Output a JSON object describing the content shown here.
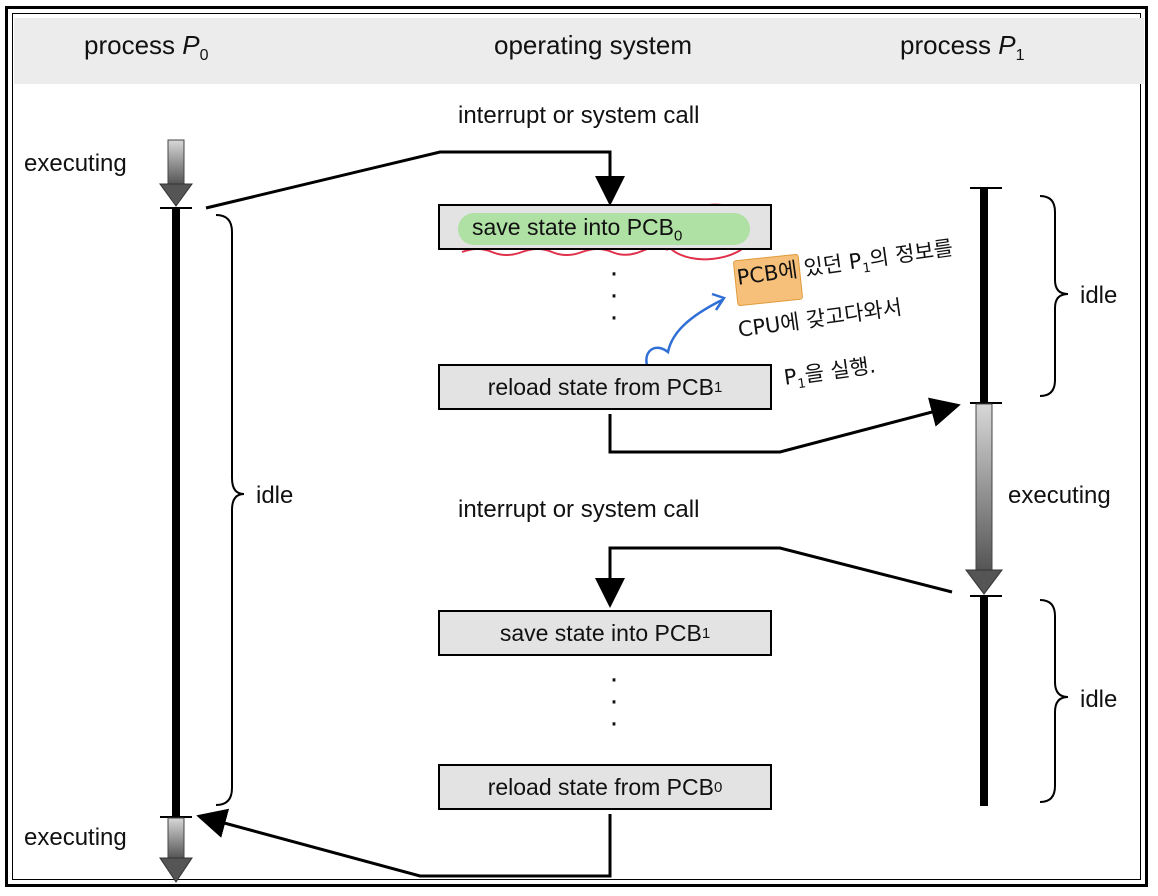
{
  "headers": {
    "p0_word": "process",
    "p0_name": "P",
    "p0_sub": "0",
    "os": "operating system",
    "p1_word": "process",
    "p1_name": "P",
    "p1_sub": "1"
  },
  "labels": {
    "interrupt_top": "interrupt or system call",
    "interrupt_mid": "interrupt or system call",
    "p0_executing_top": "executing",
    "p0_executing_bottom": "executing",
    "p0_idle": "idle",
    "p1_idle_top": "idle",
    "p1_executing": "executing",
    "p1_idle_bottom": "idle"
  },
  "boxes": [
    {
      "text": "save state into PCB",
      "sub": "0"
    },
    {
      "text": "reload state from PCB",
      "sub": "1"
    },
    {
      "text": "save state into PCB",
      "sub": "1"
    },
    {
      "text": "reload state from PCB",
      "sub": "0"
    }
  ],
  "dots": [
    "·",
    "·",
    "·"
  ],
  "annotation": {
    "line1_a": "PCB에",
    "line1_b": "있던 P",
    "line1_sub": "1",
    "line1_c": "의 정보를",
    "line2": "CPU에 갖고다와서",
    "line3": "P",
    "line3_sub": "1",
    "line3_c": "을 실행."
  },
  "colors": {
    "highlight": "#9ee08f",
    "annotation_box": "#f6c07a",
    "pen_red": "#e0304a",
    "pen_blue": "#2f6fd6"
  }
}
